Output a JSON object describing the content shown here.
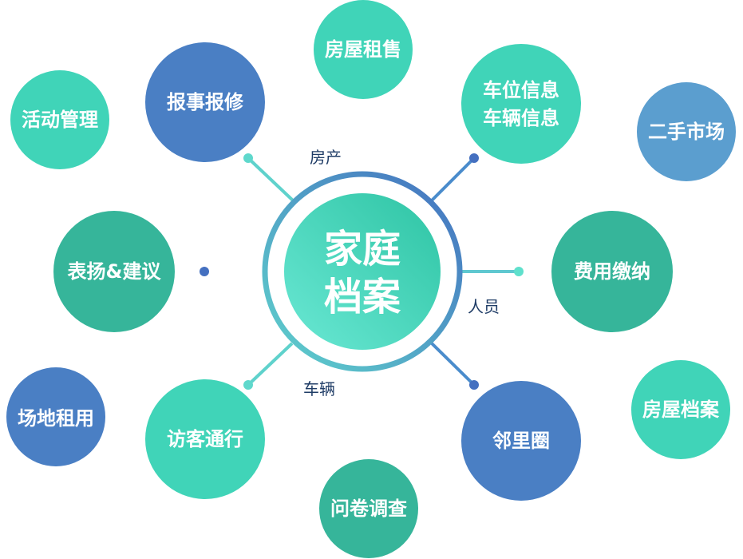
{
  "center": {
    "line1": "家庭",
    "line2": "档案"
  },
  "branches": {
    "property": "房产",
    "people": "人员",
    "vehicle": "车辆"
  },
  "nodes": {
    "house_rent_sale": "房屋租售",
    "report_repair": "报事报修",
    "activity_mgmt": "活动管理",
    "parking_line1": "车位信息",
    "parking_line2": "车辆信息",
    "second_hand": "二手市场",
    "praise_suggest": "表扬&建议",
    "fee_payment": "费用缴纳",
    "venue_rental": "场地租用",
    "visitor_access": "访客通行",
    "neighborhood": "邻里圈",
    "house_archive": "房屋档案",
    "survey": "问卷调查"
  },
  "colors": {
    "teal": "#40d4b8",
    "blue": "#4a7fc4",
    "dark_teal": "#36b59a",
    "sky": "#5b9ecf"
  }
}
